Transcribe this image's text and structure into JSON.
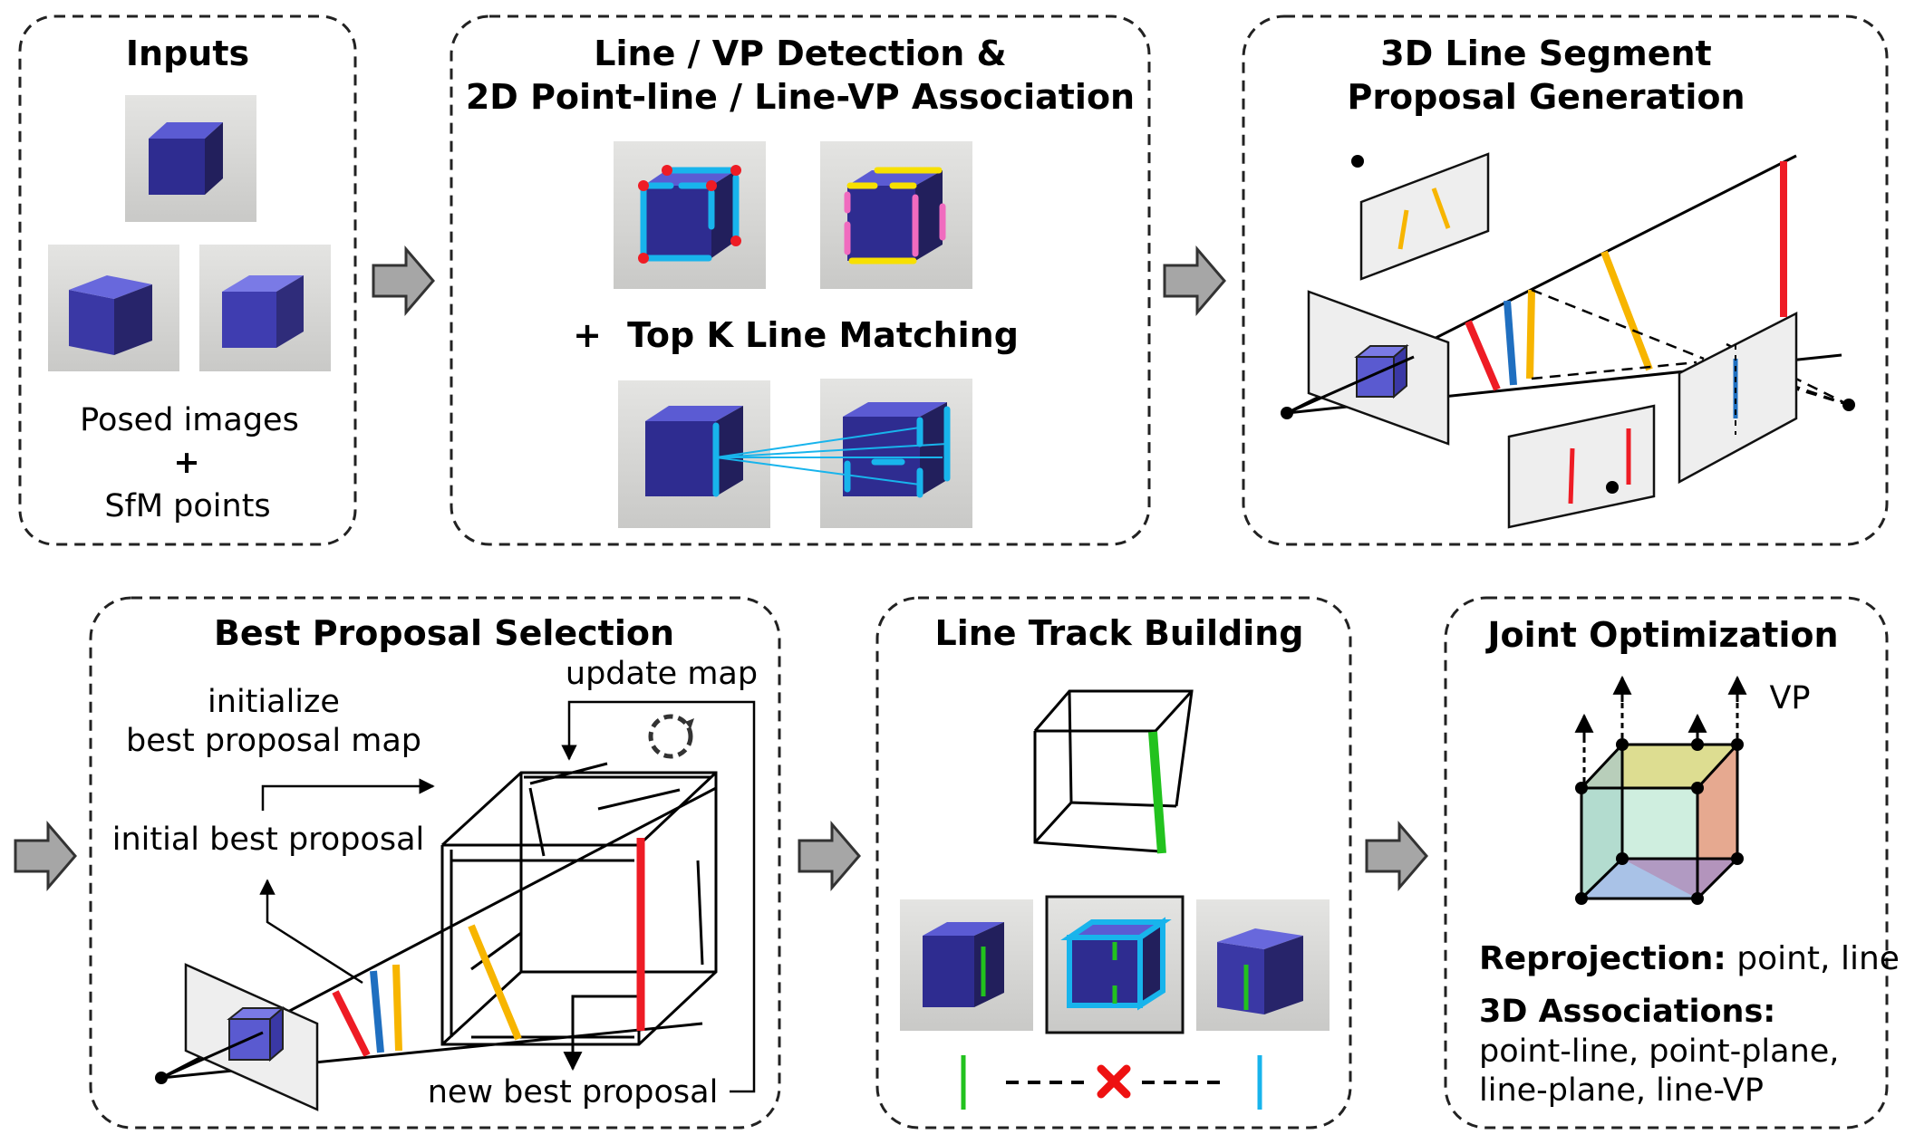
{
  "panels": {
    "inputs": {
      "title": "Inputs",
      "caption_line1": "Posed images",
      "caption_plus": "+",
      "caption_line2": "SfM points"
    },
    "detection": {
      "title_line1": "Line / VP Detection &",
      "title_line2": "2D Point-line / Line-VP Association",
      "subtitle_plus": "+",
      "subtitle": "Top K Line Matching"
    },
    "proposal_generation": {
      "title_line1": "3D Line Segment",
      "title_line2": "Proposal Generation"
    },
    "best_proposal": {
      "title": "Best Proposal Selection",
      "update_map": "update map",
      "initialize_line1": "initialize",
      "initialize_line2": "best proposal map",
      "initial_best": "initial best proposal",
      "new_best": "new best proposal"
    },
    "track_building": {
      "title": "Line Track Building"
    },
    "joint_optimization": {
      "title": "Joint Optimization",
      "vp_label": "VP",
      "reprojection_bold": "Reprojection:",
      "reprojection_text": " point, line",
      "associations_bold": "3D Associations:",
      "assoc_line1": "point-line,  point-plane,",
      "assoc_line2": "line-plane, line-VP"
    }
  },
  "colors": {
    "cube_front": "#2d2b8c",
    "cube_top": "#5a5ad0",
    "cube_side": "#26235f",
    "photo_bg": "#d9d9d9",
    "line_red": "#ee1c25",
    "line_blue": "#1f6fc0",
    "line_yellow": "#f7b500",
    "line_cyan": "#18b4ec",
    "line_green": "#22c21e",
    "line_pink": "#f06bbf",
    "arrow_fill": "#a6a6a6",
    "cross_red": "#ee1111"
  }
}
